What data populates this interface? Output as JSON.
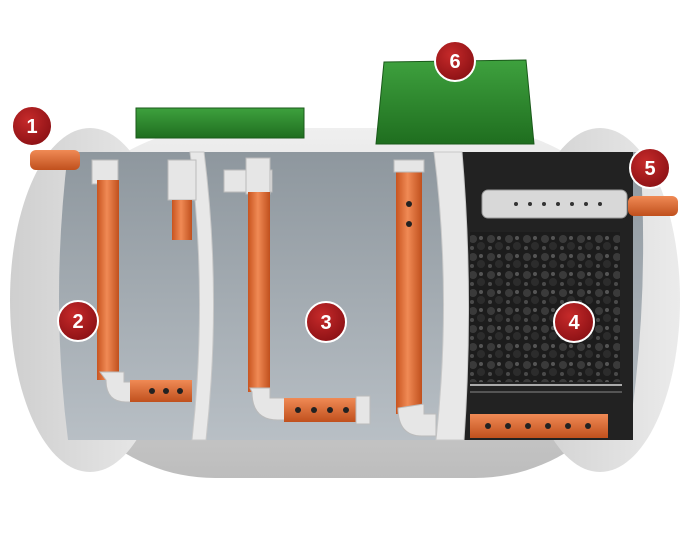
{
  "diagram": {
    "callouts": [
      {
        "id": "1",
        "label": "1"
      },
      {
        "id": "2",
        "label": "2"
      },
      {
        "id": "3",
        "label": "3"
      },
      {
        "id": "4",
        "label": "4"
      },
      {
        "id": "5",
        "label": "5"
      },
      {
        "id": "6",
        "label": "6"
      }
    ]
  },
  "colors": {
    "tank_shell": "#d9d9d9",
    "tank_interior": "#9aa3aa",
    "pipe": "#e0703a",
    "pipe_fitting": "#e6e6e6",
    "lid_green": "#2f8a2f",
    "badge_red": "#a3161a",
    "filter_media": "#1f1f1f"
  }
}
